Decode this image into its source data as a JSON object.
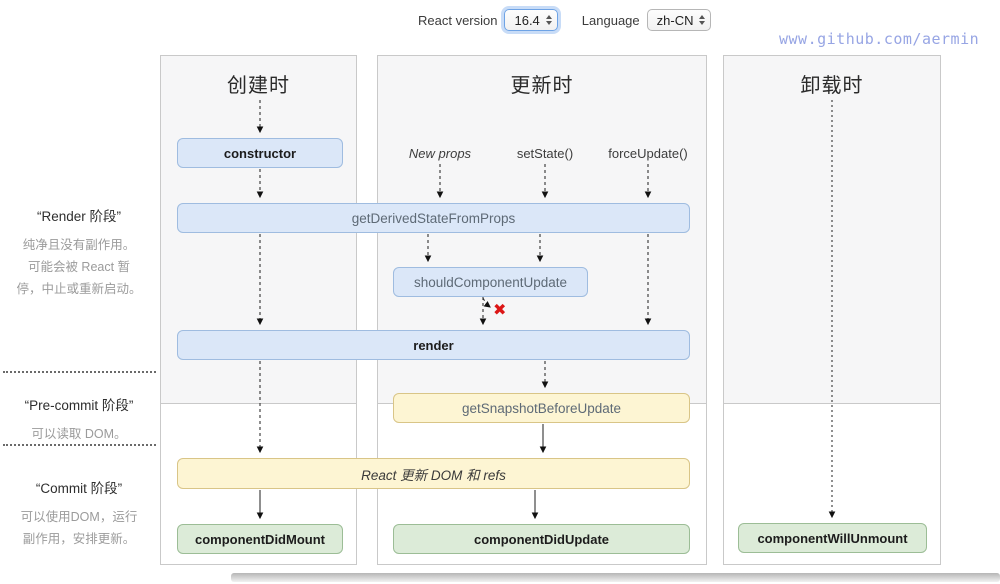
{
  "header": {
    "react_version_label": "React version",
    "react_version_value": "16.4",
    "language_label": "Language",
    "language_value": "zh-CN",
    "watermark": "www.github.com/aermin"
  },
  "sidebar": {
    "sections": [
      {
        "title": "“Render 阶段”",
        "desc_lines": [
          "纯净且没有副作用。",
          "可能会被 React 暂",
          "停，中止或重新启动。"
        ]
      },
      {
        "title": "“Pre-commit 阶段”",
        "desc_lines": [
          "可以读取 DOM。"
        ]
      },
      {
        "title": "“Commit 阶段”",
        "desc_lines": [
          "可以使用DOM，运行",
          "副作用，安排更新。"
        ]
      }
    ]
  },
  "columns": [
    {
      "title": "创建时"
    },
    {
      "title": "更新时"
    },
    {
      "title": "卸载时"
    }
  ],
  "triggers": [
    "New props",
    "setState()",
    "forceUpdate()"
  ],
  "boxes": {
    "constructor": "constructor",
    "get_derived_state_from_props": "getDerivedStateFromProps",
    "should_component_update": "shouldComponentUpdate",
    "render": "render",
    "get_snapshot_before_update": "getSnapshotBeforeUpdate",
    "react_updates_dom": "React 更新 DOM 和 refs",
    "component_did_mount": "componentDidMount",
    "component_did_update": "componentDidUpdate",
    "component_will_unmount": "componentWillUnmount"
  },
  "icons": {
    "abort_cross": "✖"
  },
  "colors": {
    "box_blue_fill": "#dbe7f8",
    "box_blue_border": "#9fbce0",
    "box_yellow_fill": "#fdf5d3",
    "box_yellow_border": "#d9c587",
    "box_green_fill": "#dcebd8",
    "box_green_border": "#9cbd96",
    "panel_upper_bg": "#f6f6f7",
    "panel_border": "#c9c9c9",
    "abort_red": "#dc1616",
    "watermark_blue": "#97a5e4",
    "focus_ring_blue": "#6ea3e5"
  }
}
